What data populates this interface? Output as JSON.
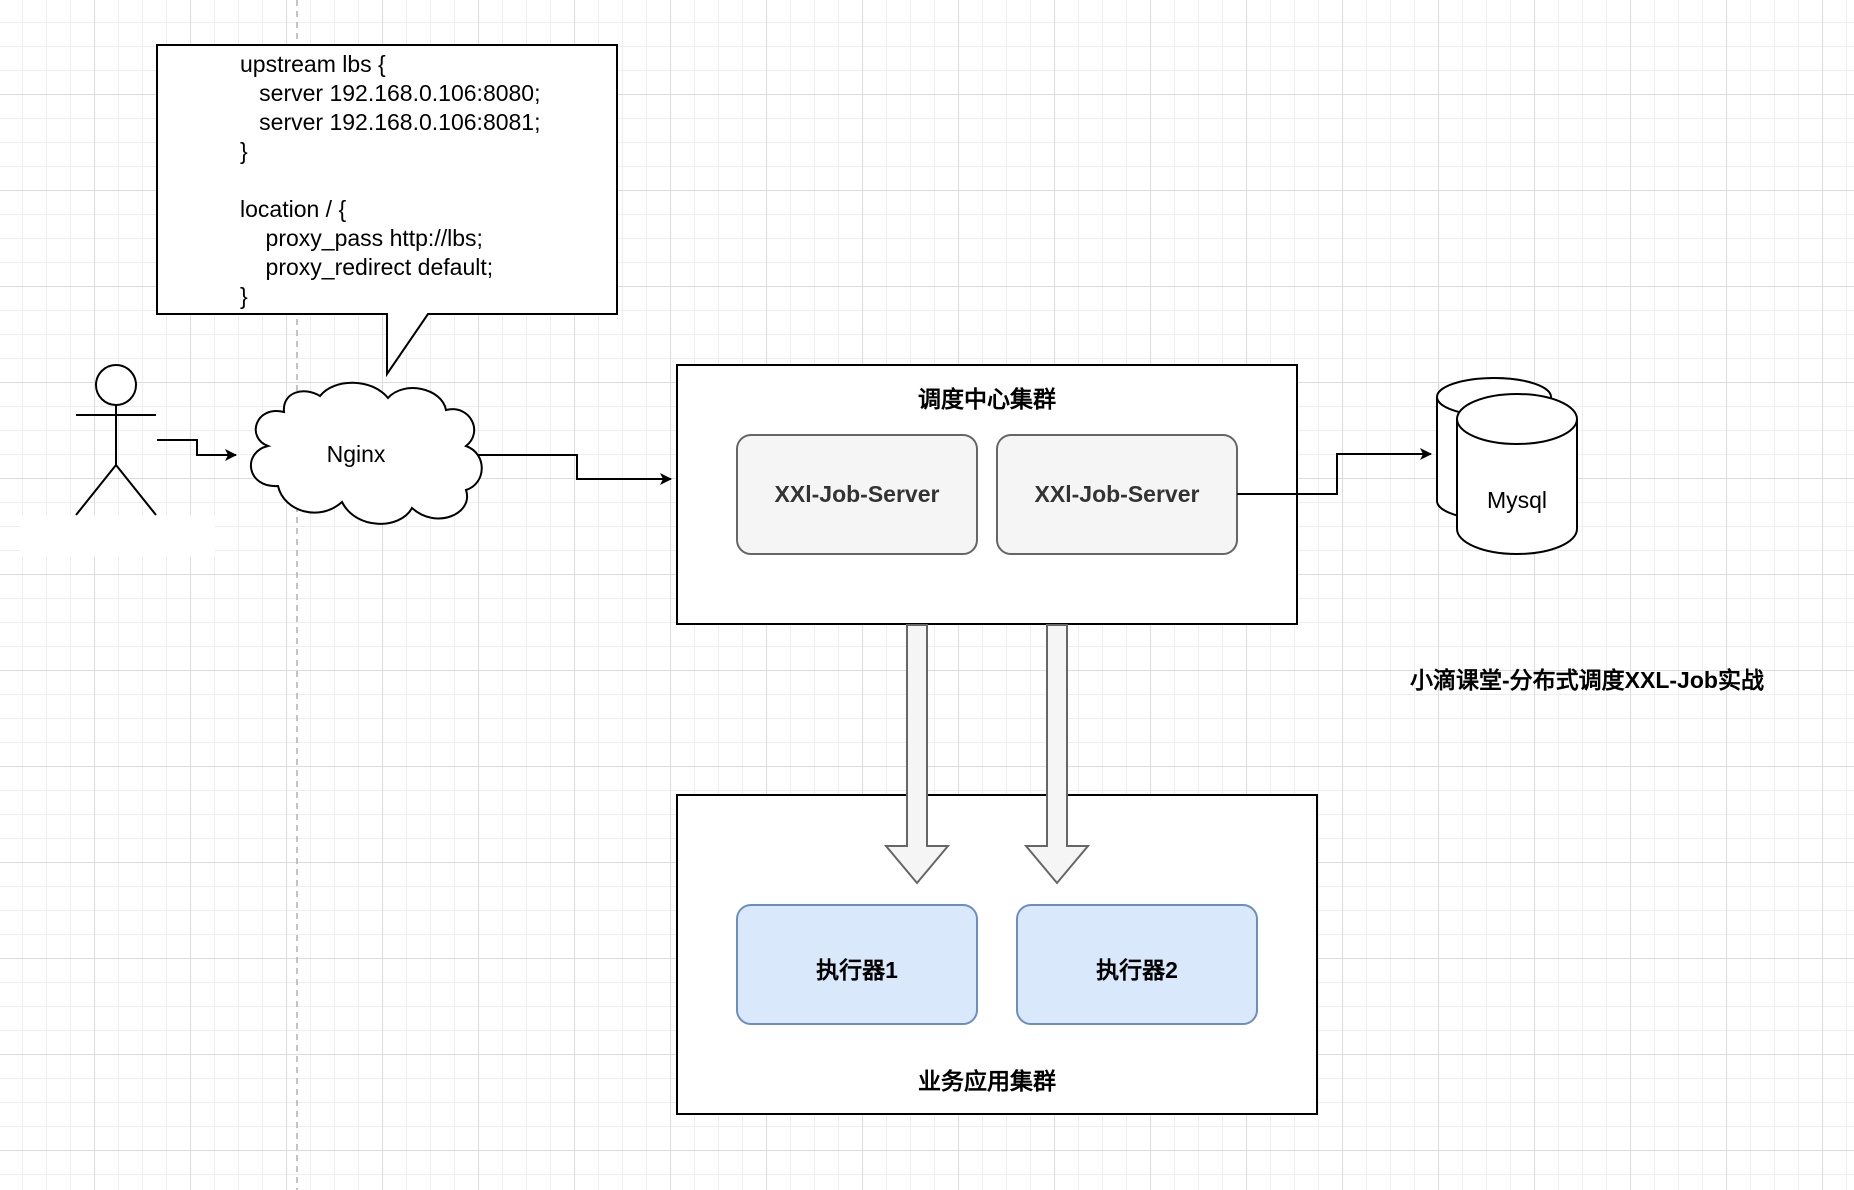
{
  "callout": {
    "lines": [
      "upstream lbs {",
      "   server 192.168.0.106:8080;",
      "   server 192.168.0.106:8081;",
      "}",
      "",
      "location / {",
      "    proxy_pass http://lbs;",
      "    proxy_redirect default;",
      "}"
    ]
  },
  "nginx": {
    "label": "Nginx"
  },
  "scheduler_cluster": {
    "title": "调度中心集群",
    "servers": [
      "XXl-Job-Server",
      "XXl-Job-Server"
    ]
  },
  "database": {
    "label": "Mysql"
  },
  "business_cluster": {
    "title": "业务应用集群",
    "executors": [
      "执行器1",
      "执行器2"
    ]
  },
  "watermark": "小滴课堂-分布式调度XXL-Job实战",
  "colors": {
    "server_fill": "#f5f5f5",
    "server_stroke": "#666666",
    "executor_fill": "#dae8fc",
    "executor_stroke": "#6c8ebf",
    "big_arrow_fill": "#f5f5f5"
  }
}
